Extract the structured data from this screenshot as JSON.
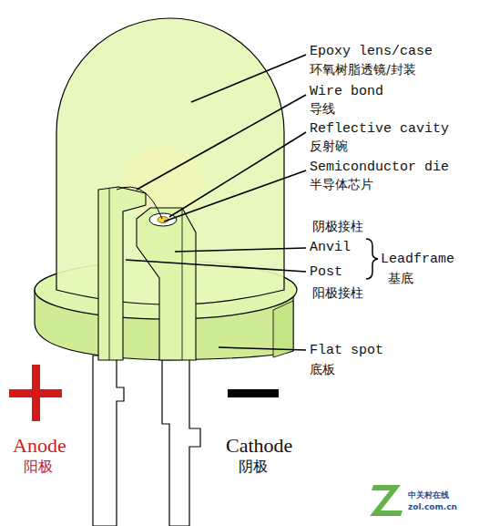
{
  "diagram": {
    "labels": [
      "Epoxy lens/case",
      "环氧树脂透镜/封装",
      "Wire bond",
      "导线",
      "Reflective cavity",
      "反射碗",
      "Semiconductor die",
      "半导体芯片",
      "阴极接柱",
      "Anvil",
      "Post",
      "阳极接柱",
      "Leadframe",
      "基底",
      "Flat spot",
      "底板",
      "Anode",
      "阳极",
      "Cathode",
      "阴极",
      "中关村在线",
      "zol.com.cn"
    ]
  }
}
